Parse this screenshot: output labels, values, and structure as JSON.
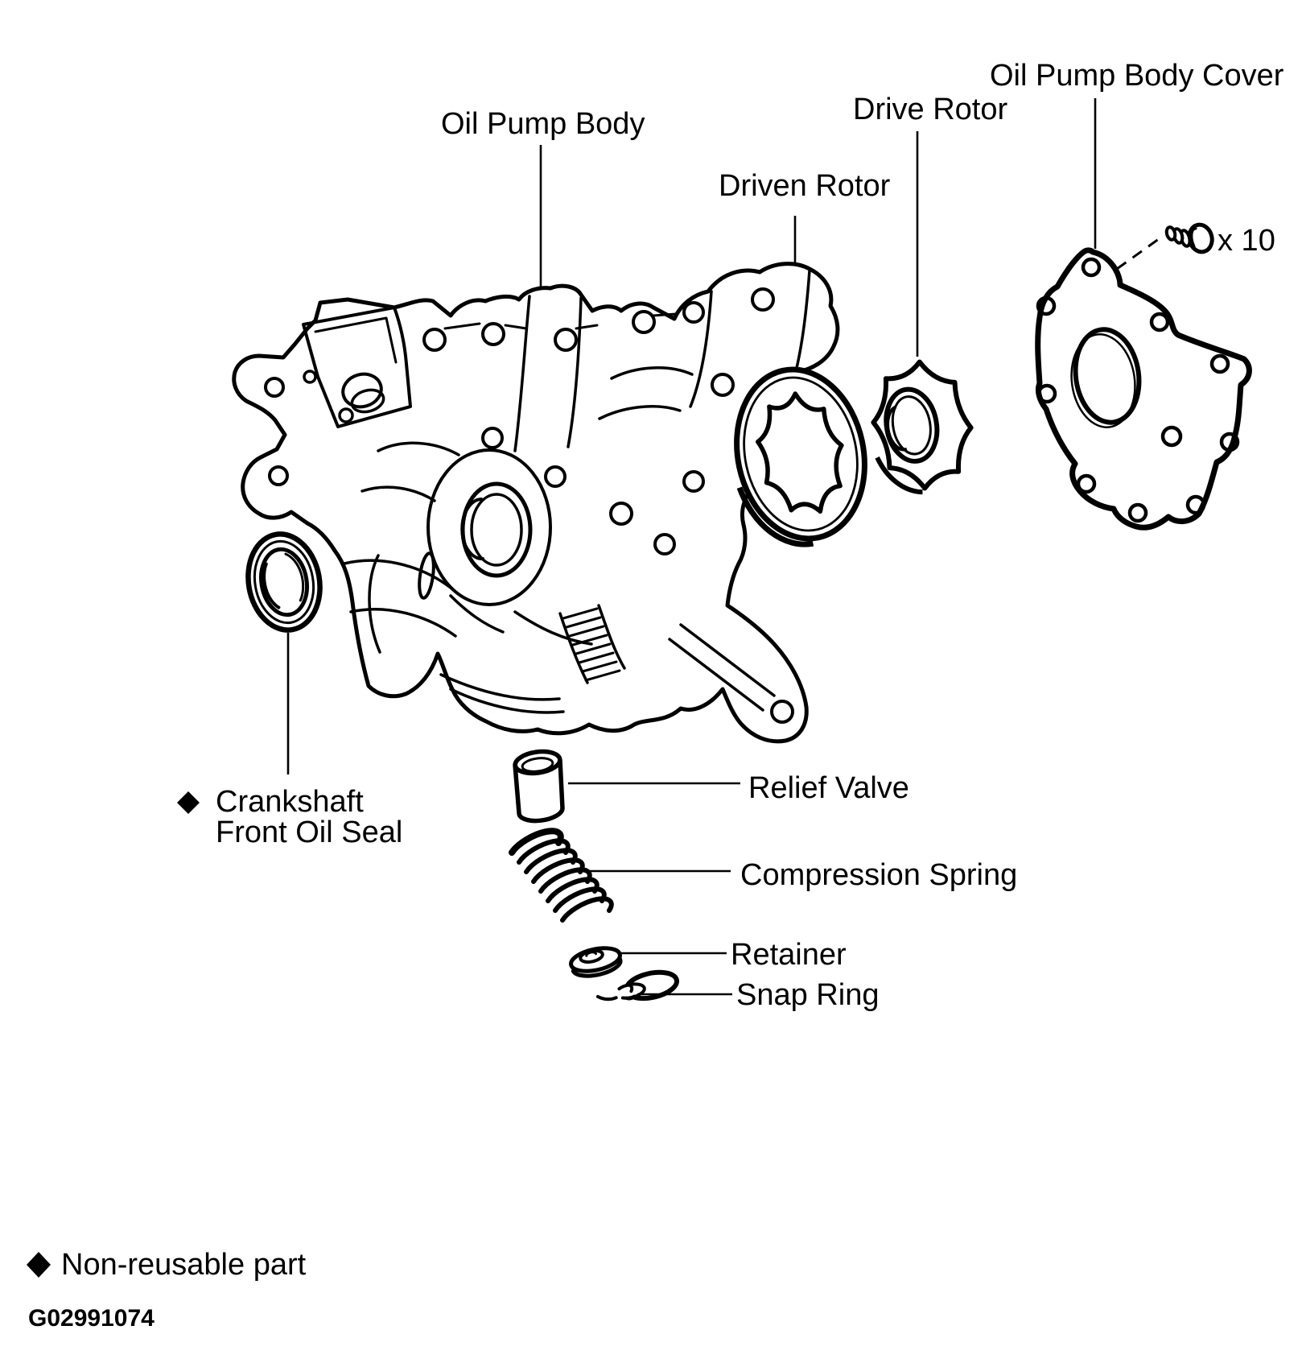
{
  "palette": {
    "ink": "#000000",
    "bg": "#ffffff"
  },
  "callouts": {
    "oil_pump_body": "Oil Pump Body",
    "driven_rotor": "Driven Rotor",
    "drive_rotor": "Drive Rotor",
    "oil_pump_body_cover": "Oil Pump Body Cover",
    "bolt_quantity": "x 10",
    "crankshaft_front_oil_seal": {
      "icon": "diamond",
      "line1": "Crankshaft",
      "line2": "Front Oil Seal"
    },
    "relief_valve": "Relief Valve",
    "compression_spring": "Compression Spring",
    "retainer": "Retainer",
    "snap_ring": "Snap Ring"
  },
  "legend": {
    "icon": "diamond",
    "text": "Non-reusable part"
  },
  "figure_code": "G02991074"
}
